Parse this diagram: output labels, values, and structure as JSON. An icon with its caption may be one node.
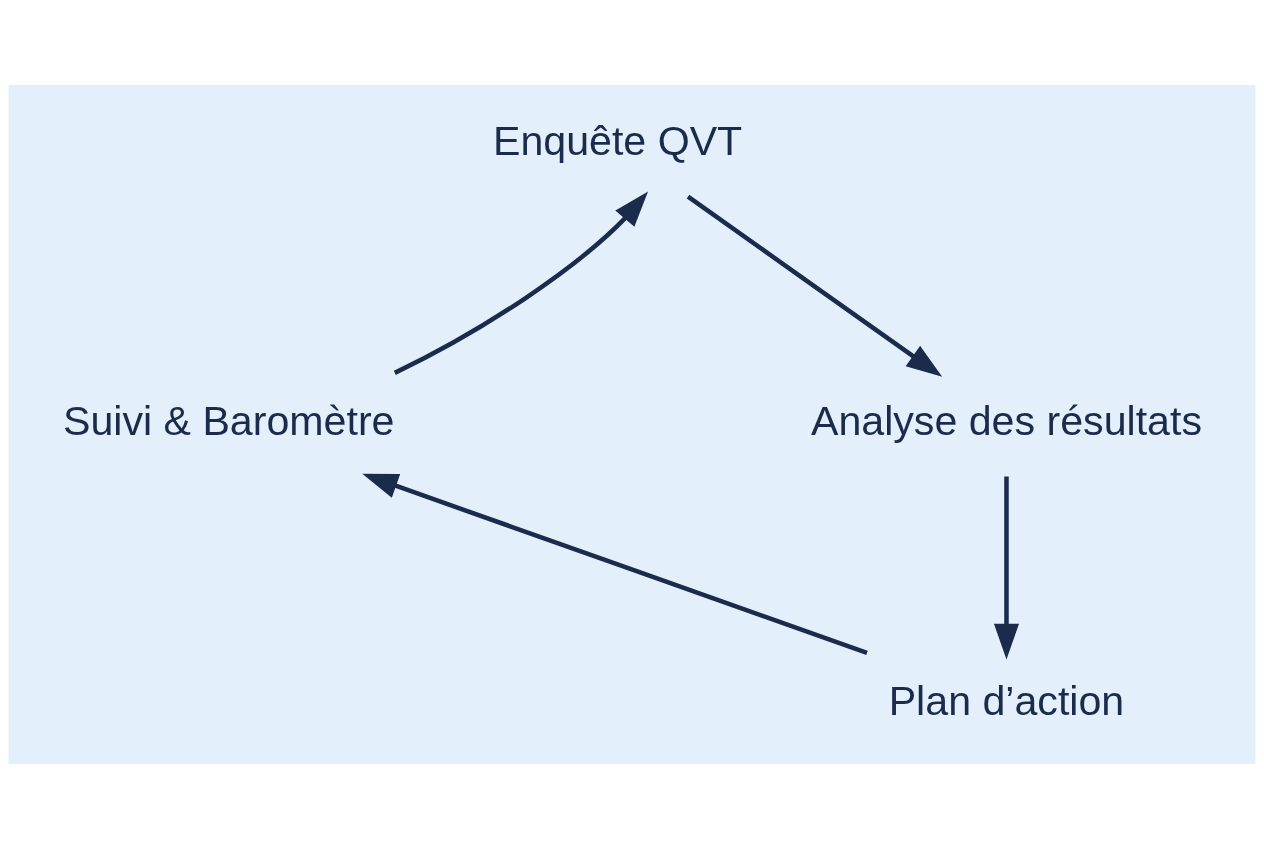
{
  "diagram": {
    "nodes": [
      {
        "text": [
          "Enquête QVT"
        ]
      },
      {
        "text": [
          "Analyse des résultats"
        ]
      },
      {
        "text": [
          "Plan d’action"
        ]
      },
      {
        "text": [
          "Suivi & Baromètre"
        ]
      }
    ],
    "edges": [
      {
        "from": 0,
        "to": 1,
        "arrow": "to"
      },
      {
        "from": 1,
        "to": 2,
        "arrow": "to"
      },
      {
        "from": 2,
        "to": 3,
        "arrow": "to"
      },
      {
        "from": 3,
        "to": 0,
        "arrow": "to"
      }
    ]
  }
}
